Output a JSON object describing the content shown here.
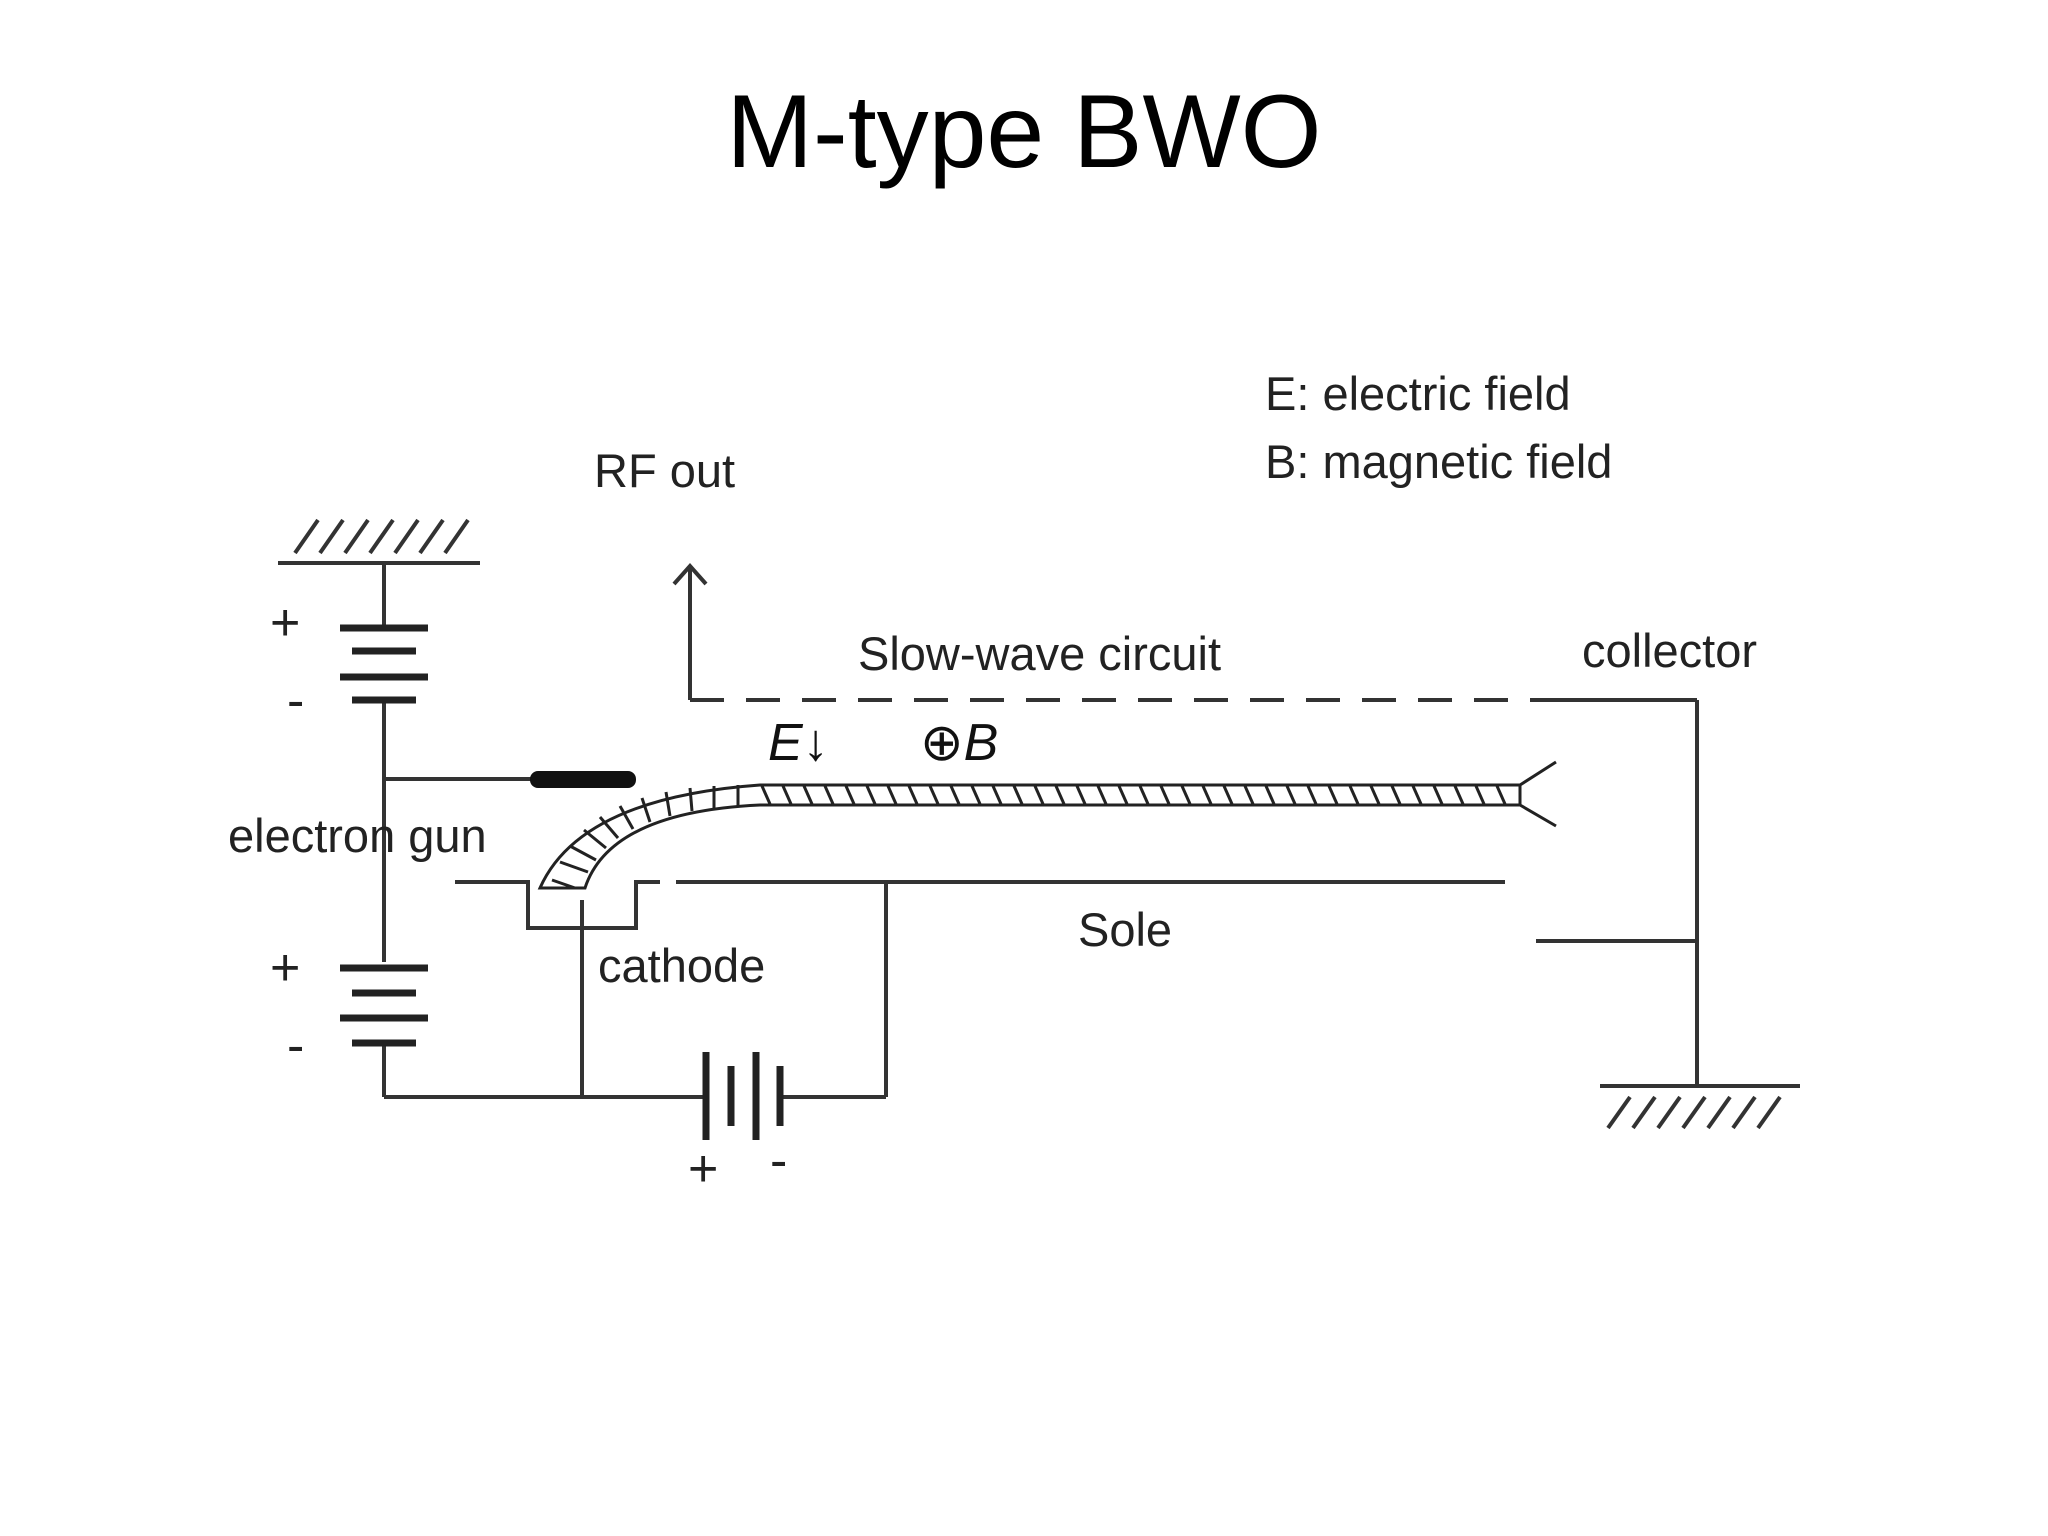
{
  "title": "M-type BWO",
  "legend": {
    "e_line": "E: electric field",
    "b_line": "B: magnetic field"
  },
  "labels": {
    "rf_out": "RF out",
    "slow_wave_circuit": "Slow-wave circuit",
    "collector": "collector",
    "electron_gun": "electron gun",
    "cathode": "cathode",
    "sole": "Sole"
  },
  "field_symbols": {
    "e": "E↓",
    "b": "⊕B"
  },
  "polarity": {
    "plus": "+",
    "minus": "-"
  }
}
